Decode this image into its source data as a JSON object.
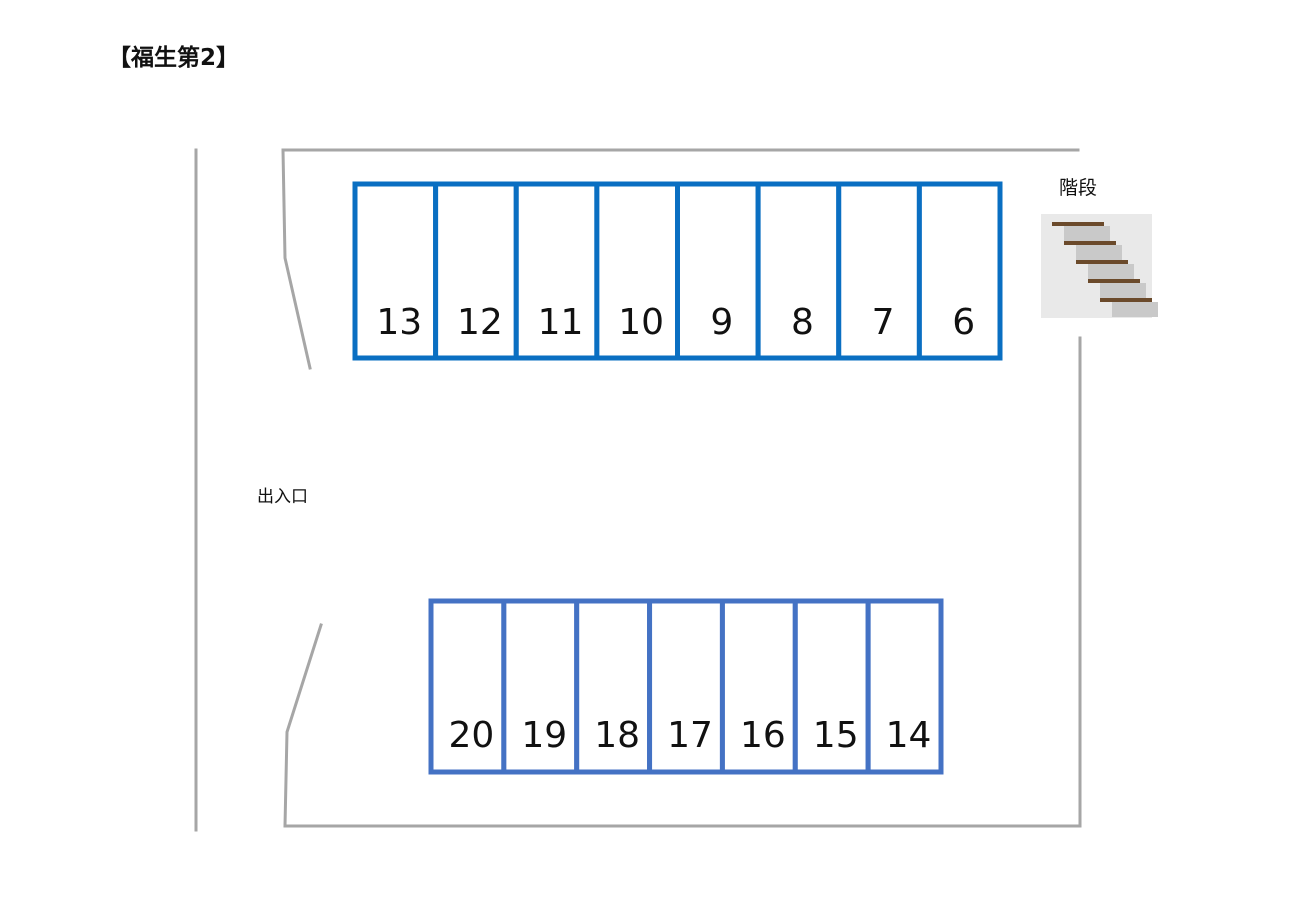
{
  "title": "【福生第2】",
  "labels": {
    "stairs": "階段",
    "entrance": "出入口"
  },
  "icons": {
    "stairs": "stairs-icon"
  },
  "colors": {
    "stall_top": "#0a6fc2",
    "stall_bottom": "#4472c4",
    "wall": "#a6a6a6",
    "step_tread": "#6b4a2b"
  },
  "parking": {
    "top_row": [
      "13",
      "12",
      "11",
      "10",
      "9",
      "8",
      "7",
      "6"
    ],
    "bottom_row": [
      "20",
      "19",
      "18",
      "17",
      "16",
      "15",
      "14"
    ]
  }
}
